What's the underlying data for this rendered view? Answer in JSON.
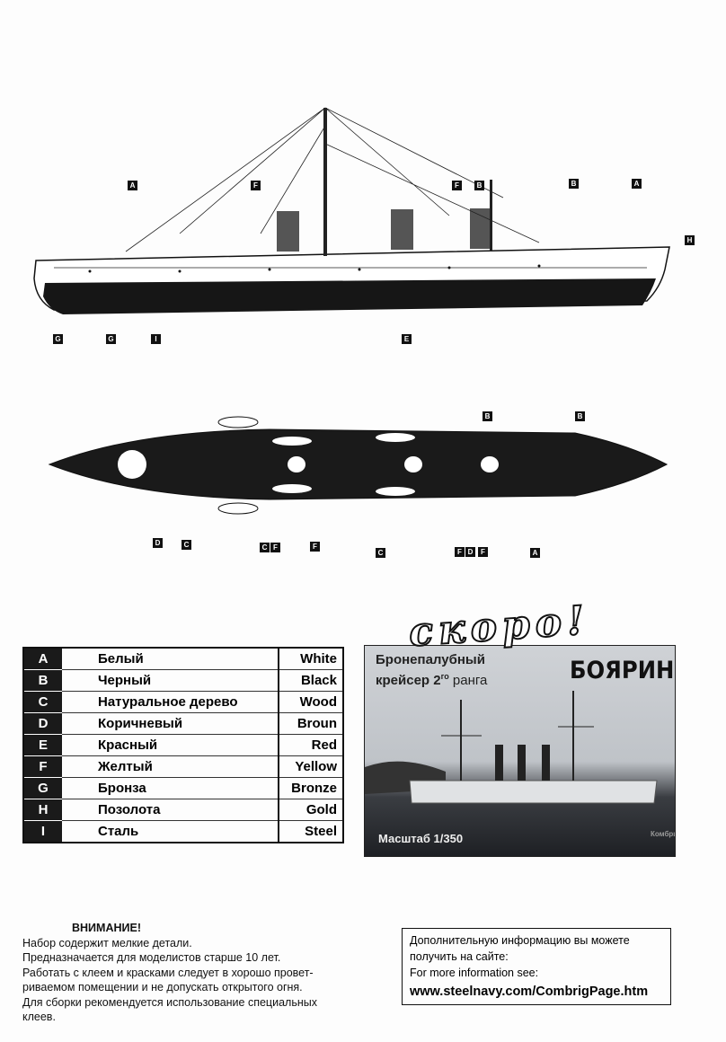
{
  "side_view_labels": {
    "top": [
      "A",
      "F",
      "F",
      "B",
      "B",
      "A"
    ],
    "bow": "H",
    "bottom": [
      "G",
      "G",
      "I",
      "E"
    ]
  },
  "top_view_labels": {
    "top": [
      "B",
      "B"
    ],
    "bottom": [
      "D",
      "C",
      "C",
      "F",
      "F",
      "C",
      "F",
      "D",
      "F",
      "A"
    ]
  },
  "colors": [
    {
      "code": "A",
      "ru": "Белый",
      "en": "White"
    },
    {
      "code": "B",
      "ru": "Черный",
      "en": "Black"
    },
    {
      "code": "C",
      "ru": "Натуральное дерево",
      "en": "Wood"
    },
    {
      "code": "D",
      "ru": "Коричневый",
      "en": "Broun"
    },
    {
      "code": "E",
      "ru": "Красный",
      "en": "Red"
    },
    {
      "code": "F",
      "ru": "Желтый",
      "en": "Yellow"
    },
    {
      "code": "G",
      "ru": "Бронза",
      "en": "Bronze"
    },
    {
      "code": "H",
      "ru": "Позолота",
      "en": "Gold"
    },
    {
      "code": "I",
      "ru": "Сталь",
      "en": "Steel"
    }
  ],
  "promo": {
    "banner": "скоро!",
    "subtitle1": "Бронепалубный",
    "subtitle2": "крейсер 2",
    "subtitle_sup": "го",
    "subtitle3": " ранга",
    "ship_name": "БОЯРИНЪ",
    "scale": "Масштаб 1/350",
    "logo": "Комбриг"
  },
  "notice": {
    "title": "ВНИМАНИЕ!",
    "lines": [
      "Набор содержит мелкие детали.",
      "Предназначается для моделистов старше 10 лет.",
      "Работать с клеем и красками следует в хорошо провет-",
      "риваемом помещении и не допускать  открытого огня.",
      "Для сборки рекомендуется использование специальных",
      "клеев."
    ]
  },
  "info": {
    "line1": "Дополнительную информацию вы можете",
    "line2": "получить на сайте:",
    "line3": "For more information see:",
    "url": "www.steelnavy.com/CombrigPage.htm"
  }
}
